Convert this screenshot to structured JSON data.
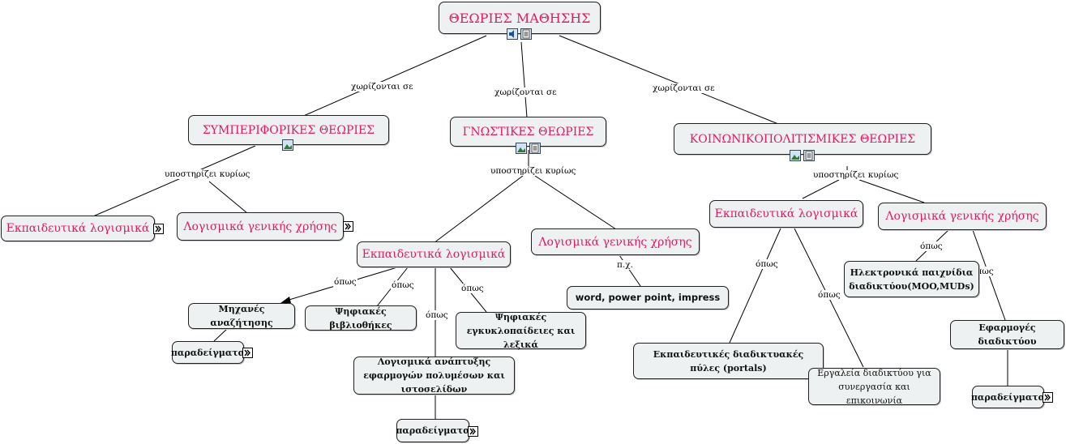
{
  "nodes": {
    "root": "ΘΕΩΡΙΕΣ ΜΑΘΗΣΗΣ",
    "behavioral": "ΣΥΜΠΕΡΙΦΟΡΙΚΕΣ ΘΕΩΡΙΕΣ",
    "cognitive": "ΓΝΩΣΤΙΚΕΣ ΘΕΩΡΙΕΣ",
    "sociocultural": "ΚΟΙΝΩΝΙΚΟΠΟΛΙΤΙΣΜΙΚΕΣ ΘΕΩΡΙΕΣ",
    "beh_edu": "Εκπαιδευτικά λογισμικά",
    "beh_gen": "Λογισμικά γενικής χρήσης",
    "cog_edu": "Εκπαιδευτικά λογισμικά",
    "cog_gen": "Λογισμικά γενικής χρήσης",
    "soc_edu": "Εκπαιδευτικά λογισμικά",
    "soc_gen": "Λογισμικά γενικής χρήσης",
    "search": "Μηχανές αναζήτησης",
    "examples1": "παραδείγματα",
    "libraries": "Ψηφιακές βιβλιοθήκες",
    "encyclopedias": "Ψηφιακές εγκυκλοπαίδειες και λεξικά",
    "multimedia": "Λογισμικά ανάπτυξης εφαρμογών πολυμέσων και ιστοσελίδων",
    "examples2": "παραδείγματα",
    "word": "word, power point, impress",
    "portals": "Εκπαιδευτικές διαδικτυακές πύλες (portals)",
    "tools": "Εργαλεία διαδικτύου για συνεργασία και επικοινωνία",
    "games": "Ηλεκτρονικά παιχνίδια διαδικτύου(MOO,MUDs)",
    "webapps": "Εφαρμογές διαδικτύου",
    "examples3": "παραδείγματα"
  },
  "labels": {
    "split1": "χωρίζονται σε",
    "split2": "χωρίζονται σε",
    "split3": "χωρίζονται σε",
    "supp1": "υποστηρίζει κυρίως",
    "supp2": "υποστηρίζει κυρίως",
    "supp3": "υποστηρίζει κυρίως",
    "like1": "όπως",
    "like2": "όπως",
    "like3": "όπως",
    "like4": "όπως",
    "eg": "π.χ.",
    "like5": "όπως",
    "like6": "όπως",
    "like7": "όπως",
    "like8": "όπως"
  },
  "icons": {
    "root": [
      "audio-icon",
      "note-icon"
    ],
    "behavioral": [
      "image-icon"
    ],
    "cognitive": [
      "image-icon",
      "note-icon"
    ],
    "sociocultural": [
      "image-icon",
      "note-icon"
    ],
    "expand": "expand-arrow-icon"
  },
  "colors": {
    "concept_text": "#e8185f",
    "node_fill": "#edf1f2",
    "detail_text": "#111111"
  }
}
